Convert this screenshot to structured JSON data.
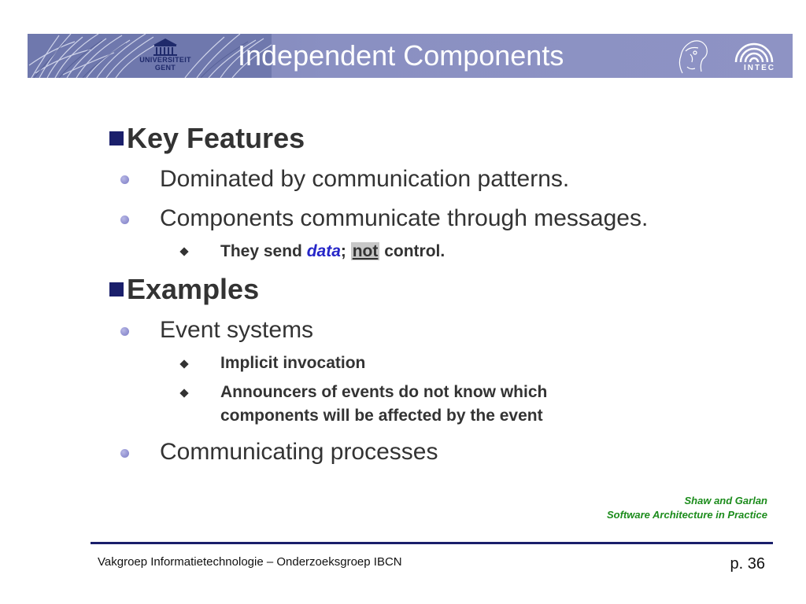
{
  "header": {
    "title": "Independent Components",
    "left_logo": {
      "line1": "UNIVERSITEIT",
      "line2": "GENT",
      "icon": "university-building-icon"
    },
    "right_logo": {
      "text": "INTEC",
      "icon": "intec-arcs-icon"
    },
    "sketch_icon": "minerva-head-sketch-icon",
    "banner_color": "#8a90c2"
  },
  "sections": [
    {
      "heading": "Key Features",
      "items": [
        {
          "text": "Dominated by communication patterns."
        },
        {
          "text": "Components communicate through messages."
        }
      ],
      "sub_items": [
        {
          "prefix": "They send ",
          "emph1": "data",
          "sep": "; ",
          "emph2": "not",
          "suffix": " control."
        }
      ]
    },
    {
      "heading": "Examples",
      "items": [
        {
          "text": "Event systems"
        },
        {
          "text": "Communicating processes"
        }
      ],
      "sub_items": [
        {
          "text": "Implicit invocation"
        },
        {
          "line1": "Announcers of events do not know which",
          "line2": "components will be affected by the event"
        }
      ]
    }
  ],
  "citation": {
    "authors": "Shaw and Garlan",
    "book": "Software Architecture in Practice",
    "color": "#1c8c1c"
  },
  "footer": {
    "left": "Vakgroep Informatietechnologie – Onderzoeksgroep IBCN",
    "page": "p. 36"
  },
  "colors": {
    "bullet_square": "#1a1f6b",
    "emph_data": "#2626c8",
    "footer_line": "#1a1f6b"
  }
}
